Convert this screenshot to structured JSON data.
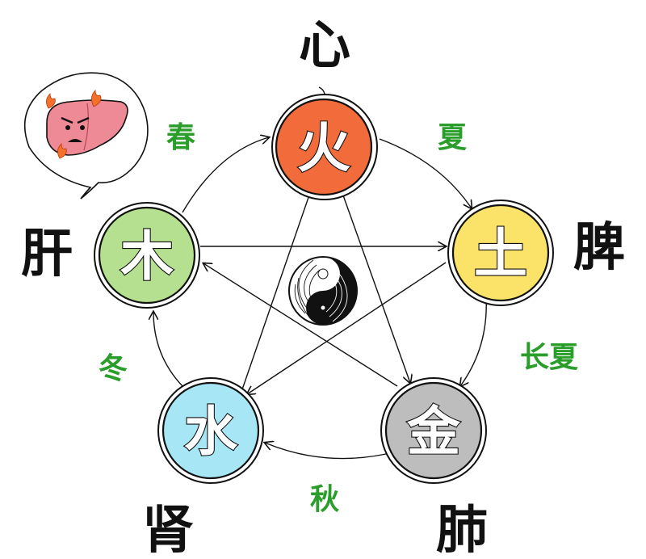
{
  "colors": {
    "fire": "#f26b3a",
    "earth": "#fbe36a",
    "metal": "#bdbdbd",
    "water": "#a6e6f5",
    "wood": "#b5e08f",
    "season_text": "#2a9d2a",
    "liver_pink": "#ee8a96",
    "flame": "#f5702a"
  },
  "nodes": [
    {
      "id": "fire",
      "organ": "心",
      "element": "火"
    },
    {
      "id": "earth",
      "organ": "脾",
      "element": "土"
    },
    {
      "id": "metal",
      "organ": "肺",
      "element": "金"
    },
    {
      "id": "water",
      "organ": "肾",
      "element": "水"
    },
    {
      "id": "wood",
      "organ": "肝",
      "element": "木"
    }
  ],
  "seasons": {
    "spring": "春",
    "summer": "夏",
    "late_summer": "长夏",
    "autumn": "秋",
    "winter": "冬"
  },
  "icons": {
    "center": "yin-yang-icon",
    "bubble": "angry-liver-icon"
  }
}
